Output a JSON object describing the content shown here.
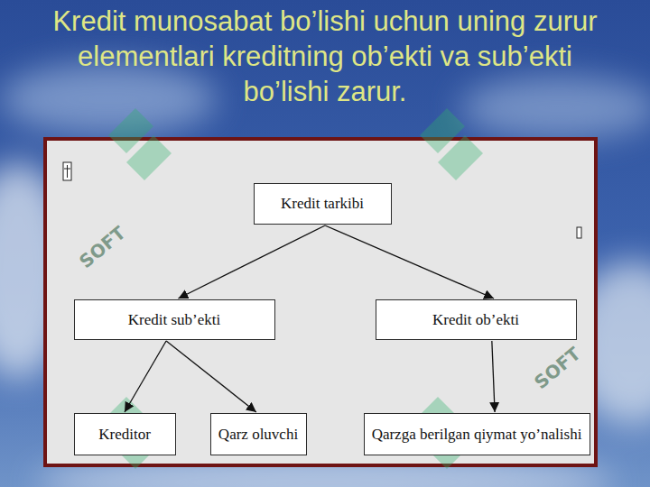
{
  "diagram": {
    "title": "Kredit munosabat bo’lishi uchun uning zurur elementlari kreditning ob’ekti va sub’ekti bo’lishi zarur.",
    "nodes": [
      {
        "text": [
          "Kredit tarkibi"
        ]
      },
      {
        "text": [
          "Kredit sub’ekti"
        ]
      },
      {
        "text": [
          "Kredit ob’ekti"
        ]
      },
      {
        "text": [
          "Kreditor"
        ]
      },
      {
        "text": [
          "Qarz oluvchi"
        ]
      },
      {
        "text": [
          "Qarzga berilgan qiymat yo’nalishi"
        ]
      }
    ],
    "edges": [
      {
        "from": 0,
        "to": 1,
        "arrow": "to"
      },
      {
        "from": 0,
        "to": 2,
        "arrow": "to"
      },
      {
        "from": 1,
        "to": 3,
        "arrow": "to"
      },
      {
        "from": 1,
        "to": 4,
        "arrow": "to"
      },
      {
        "from": 2,
        "to": 5,
        "arrow": "to"
      }
    ],
    "labels": [
      "SOFT",
      "SOFT"
    ]
  }
}
